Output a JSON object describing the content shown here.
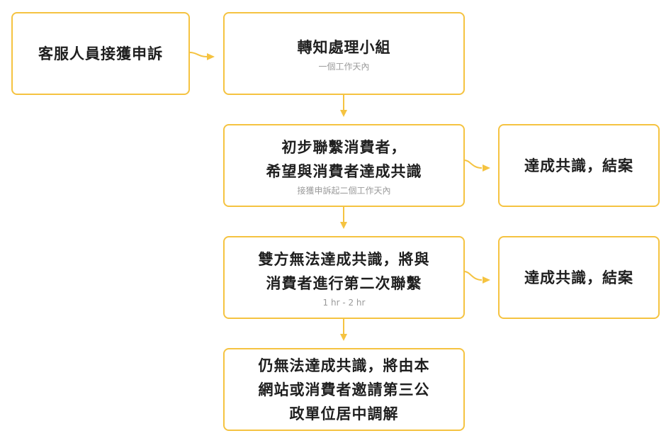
{
  "boxes": {
    "receive": {
      "title": "客服人員接獲申訴"
    },
    "forward": {
      "title": "轉知處理小組",
      "sub": "一個工作天內"
    },
    "first_contact": {
      "line1": "初步聯繫消費者，",
      "line2": "希望與消費者達成共識",
      "sub": "接獲申訴起二個工作天內"
    },
    "consensus_1": {
      "title": "達成共識，結案"
    },
    "second_contact": {
      "line1": "雙方無法達成共識，將與",
      "line2": "消費者進行第二次聯繫",
      "sub": "1 hr - 2 hr"
    },
    "consensus_2": {
      "title": "達成共識，結案"
    },
    "mediation": {
      "line1": "仍無法達成共識，將由本",
      "line2": "網站或消費者邀請第三公",
      "line3": "政單位居中調解"
    }
  },
  "colors": {
    "accent": "#F5C341",
    "text": "#1f1f1f",
    "subtext": "#9a9a9a"
  }
}
